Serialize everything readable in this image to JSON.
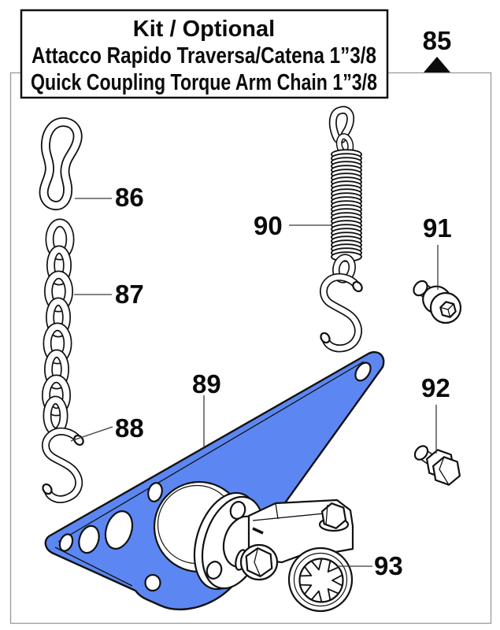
{
  "title_box": {
    "line1": "Kit / Optional",
    "line2": "Attacco Rapido Traversa/Catena 1”3/8",
    "line3": "Quick Coupling Torque Arm Chain 1”3/8"
  },
  "part_labels": {
    "kit": "85",
    "quick_link": "86",
    "chain": "87",
    "s_hook": "88",
    "torque_arm_plate": "89",
    "spring": "90",
    "socket_screw": "91",
    "hex_bolt": "92",
    "coupling": "93"
  },
  "colors": {
    "plate_highlight": "#5c87f2",
    "outline": "#111111",
    "frame": "#9a9a9a"
  }
}
